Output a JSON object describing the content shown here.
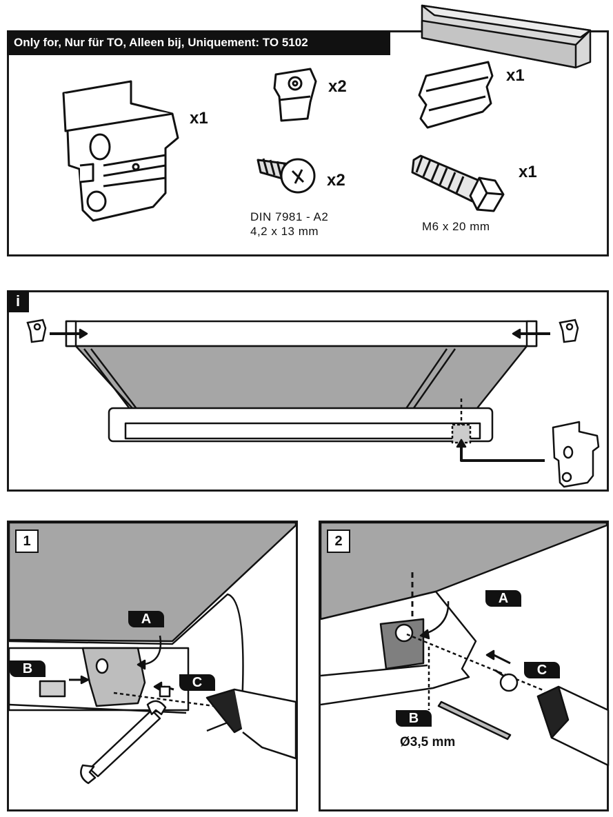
{
  "parts": {
    "header": "Only for, Nur für TO, Alleen bij, Uniquement:  TO 5102",
    "items": [
      {
        "icon": "bracket-clamp-icon",
        "qty": "x1"
      },
      {
        "icon": "end-cap-icon",
        "qty": "x2"
      },
      {
        "icon": "profile-strip-icon",
        "qty": "x1"
      },
      {
        "icon": "self-tapping-screw-icon",
        "qty": "x2",
        "spec": [
          "DIN 7981 - A2",
          "4,2 x 13 mm"
        ]
      },
      {
        "icon": "hex-bolt-icon",
        "qty": "x1",
        "spec": [
          "M6 x 20 mm"
        ]
      },
      {
        "icon": "cover-channel-icon"
      }
    ]
  },
  "info": {
    "badge": "i"
  },
  "step1": {
    "number": "1",
    "labels": {
      "a": "A",
      "b": "B",
      "c": "C"
    }
  },
  "step2": {
    "number": "2",
    "labels": {
      "a": "A",
      "b": "B",
      "c": "C"
    },
    "drill_size": "Ø3,5 mm"
  },
  "colors": {
    "ink": "#111111",
    "fabric": "#a6a6a6",
    "panel_border": "#1a1a1a"
  }
}
